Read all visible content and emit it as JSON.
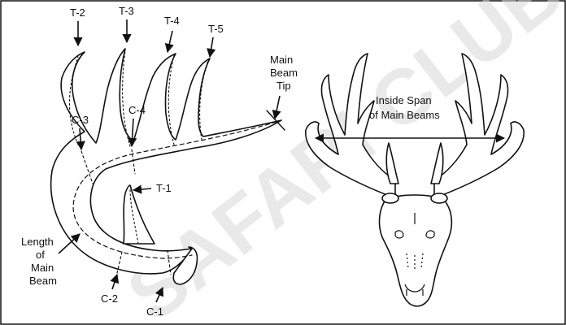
{
  "watermark": "SAFARI CLUB INTERNATIONAL",
  "colors": {
    "ink": "#111111",
    "watermark": "#d8d8d8",
    "background": "#ffffff"
  },
  "labels": {
    "t2": "T-2",
    "t3": "T-3",
    "t4": "T-4",
    "t5": "T-5",
    "t1": "T-1",
    "c1": "C-1",
    "c2": "C-2",
    "c3": "C-3",
    "c4": "C-4",
    "main_beam_tip_line1": "Main",
    "main_beam_tip_line2": "Beam",
    "main_beam_tip_line3": "Tip",
    "length_line1": "Length",
    "length_line2": "of",
    "length_line3": "Main",
    "length_line4": "Beam",
    "inside_span_line1": "Inside Span",
    "inside_span_line2": "of Main Beams"
  }
}
